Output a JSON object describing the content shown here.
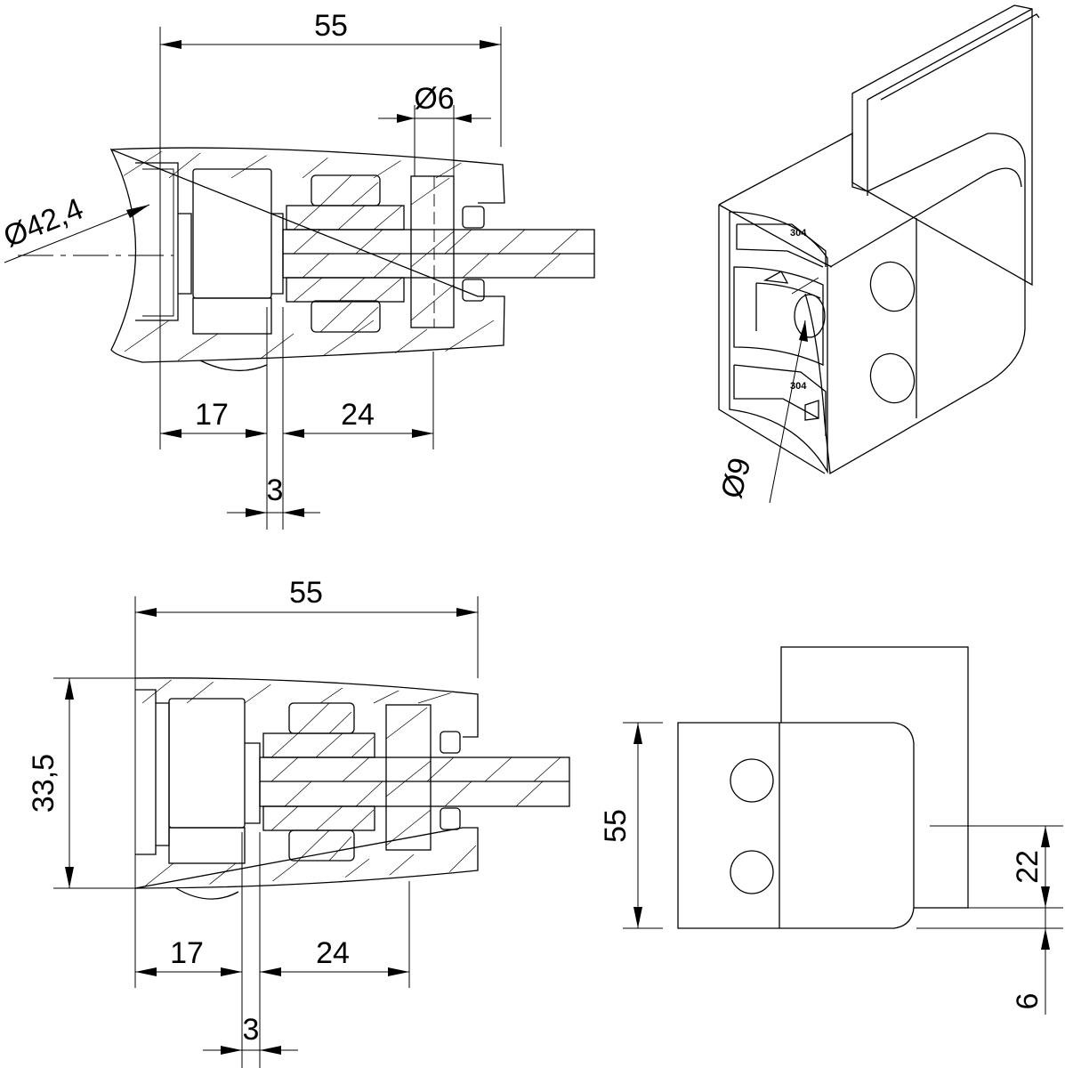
{
  "title": "",
  "views": {
    "section_top": {
      "dim_total": "55",
      "dim_pin": "Ø6",
      "dim_tube": "Ø42,4",
      "dim_a": "17",
      "dim_b": "24",
      "dim_gap": "3"
    },
    "isometric": {
      "dim_hole": "Ø9",
      "stamp_upper": "304",
      "stamp_lower": "304"
    },
    "section_bottom": {
      "dim_total": "55",
      "dim_height": "33,5",
      "dim_a": "17",
      "dim_b": "24",
      "dim_gap": "3"
    },
    "front": {
      "dim_height": "55",
      "dim_glass": "22",
      "dim_offset": "6"
    }
  },
  "colors": {
    "line": "#000000",
    "background": "#ffffff"
  }
}
